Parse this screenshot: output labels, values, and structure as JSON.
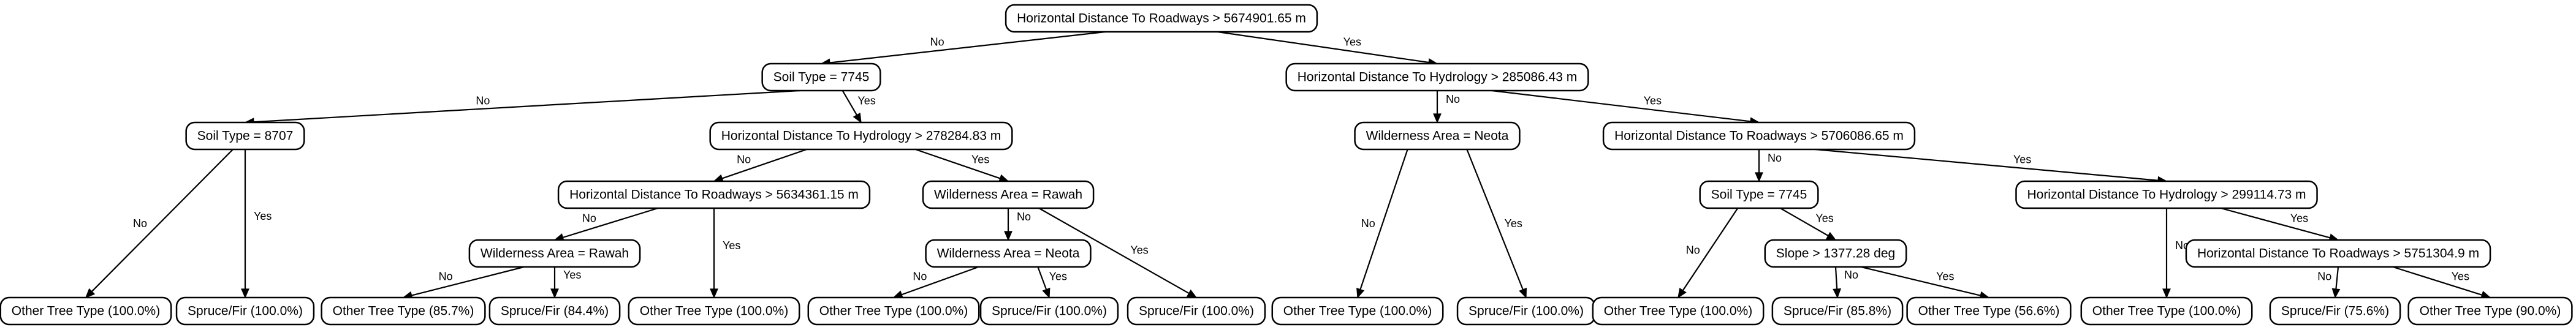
{
  "colors": {
    "background": "#ffffff",
    "stroke": "#000000",
    "text": "#000000"
  },
  "tree": {
    "root": {
      "label": "Horizontal Distance To Roadways > 5674901.65 m",
      "no": {
        "edge": "No",
        "node": {
          "label": "Soil Type = 7745",
          "no": {
            "edge": "No",
            "node": {
              "label": "Soil Type = 8707",
              "no": {
                "edge": "No",
                "leaf": "Other Tree Type (100.0%)"
              },
              "yes": {
                "edge": "Yes",
                "leaf": "Spruce/Fir (100.0%)"
              }
            }
          },
          "yes": {
            "edge": "Yes",
            "node": {
              "label": "Horizontal Distance To Hydrology > 278284.83 m",
              "no": {
                "edge": "No",
                "node": {
                  "label": "Horizontal Distance To Roadways > 5634361.15 m",
                  "no": {
                    "edge": "No",
                    "node": {
                      "label": "Wilderness Area = Rawah",
                      "no": {
                        "edge": "No",
                        "leaf": "Other Tree Type (85.7%)"
                      },
                      "yes": {
                        "edge": "Yes",
                        "leaf": "Spruce/Fir (84.4%)"
                      }
                    }
                  },
                  "yes": {
                    "edge": "Yes",
                    "leaf": "Other Tree Type (100.0%)"
                  }
                }
              },
              "yes": {
                "edge": "Yes",
                "node": {
                  "label": "Wilderness Area = Rawah",
                  "no": {
                    "edge": "No",
                    "node": {
                      "label": "Wilderness Area = Neota",
                      "no": {
                        "edge": "No",
                        "leaf": "Other Tree Type (100.0%)"
                      },
                      "yes": {
                        "edge": "Yes",
                        "leaf": "Spruce/Fir (100.0%)"
                      }
                    }
                  },
                  "yes": {
                    "edge": "Yes",
                    "leaf": "Spruce/Fir (100.0%)"
                  }
                }
              }
            }
          }
        }
      },
      "yes": {
        "edge": "Yes",
        "node": {
          "label": "Horizontal Distance To Hydrology > 285086.43 m",
          "no": {
            "edge": "No",
            "node": {
              "label": "Wilderness Area = Neota",
              "no": {
                "edge": "No",
                "leaf": "Other Tree Type (100.0%)"
              },
              "yes": {
                "edge": "Yes",
                "leaf": "Spruce/Fir (100.0%)"
              }
            }
          },
          "yes": {
            "edge": "Yes",
            "node": {
              "label": "Horizontal Distance To Roadways > 5706086.65 m",
              "no": {
                "edge": "No",
                "node": {
                  "label": "Soil Type = 7745",
                  "no": {
                    "edge": "No",
                    "leaf": "Other Tree Type (100.0%)"
                  },
                  "yes": {
                    "edge": "Yes",
                    "node": {
                      "label": "Slope > 1377.28 deg",
                      "no": {
                        "edge": "No",
                        "leaf": "Spruce/Fir (85.8%)"
                      },
                      "yes": {
                        "edge": "Yes",
                        "leaf": "Other Tree Type (56.6%)"
                      }
                    }
                  }
                }
              },
              "yes": {
                "edge": "Yes",
                "node": {
                  "label": "Horizontal Distance To Hydrology > 299114.73 m",
                  "no": {
                    "edge": "No",
                    "leaf": "Other Tree Type (100.0%)"
                  },
                  "yes": {
                    "edge": "Yes",
                    "node": {
                      "label": "Horizontal Distance To Roadways > 5751304.9 m",
                      "no": {
                        "edge": "No",
                        "leaf": "Spruce/Fir (75.6%)"
                      },
                      "yes": {
                        "edge": "Yes",
                        "leaf": "Other Tree Type (90.0%)"
                      }
                    }
                  }
                }
              }
            }
          }
        }
      }
    }
  }
}
